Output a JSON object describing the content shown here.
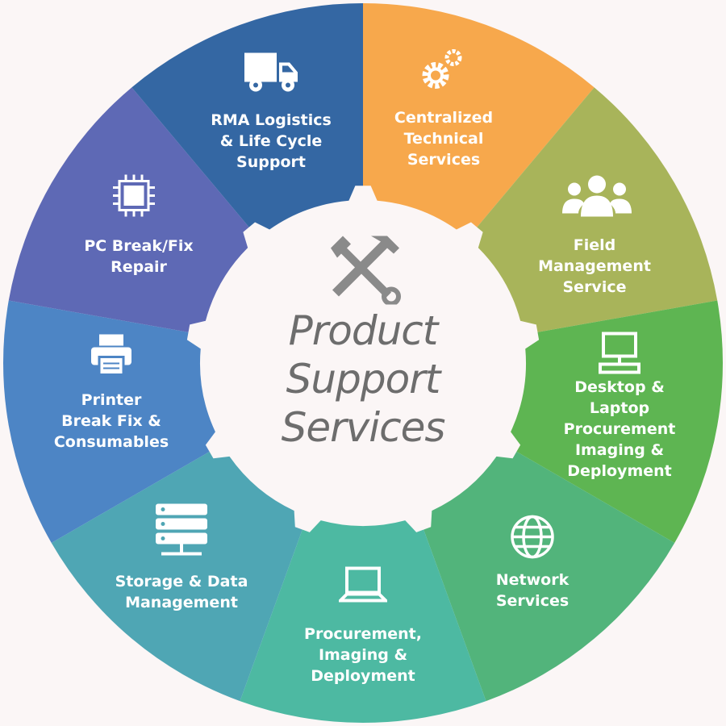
{
  "center": {
    "title": "Product\nSupport\nServices",
    "icon": "tools-icon"
  },
  "background": "#FBF6F6",
  "segments": [
    {
      "label": "Centralized\nTechnical\nServices",
      "icon": "gears-icon",
      "color": "#F7A84C"
    },
    {
      "label": "Field\nManagement\nService",
      "icon": "people-icon",
      "color": "#A8B45A"
    },
    {
      "label": "Desktop & Laptop\nProcurement\nImaging &\nDeployment",
      "icon": "desktop-icon",
      "color": "#5EB552"
    },
    {
      "label": "Network\nServices",
      "icon": "globe-icon",
      "color": "#52B47B"
    },
    {
      "label": "Procurement,\nImaging &\nDeployment",
      "icon": "laptop-icon",
      "color": "#4DB9A2"
    },
    {
      "label": "Storage & Data\nManagement",
      "icon": "server-icon",
      "color": "#4FA6B4"
    },
    {
      "label": "Printer\nBreak Fix &\nConsumables",
      "icon": "printer-icon",
      "color": "#4D85C5"
    },
    {
      "label": "PC Break/Fix\nRepair",
      "icon": "chip-icon",
      "color": "#5E69B5"
    },
    {
      "label": "RMA Logistics\n& Life Cycle\nSupport",
      "icon": "truck-icon",
      "color": "#3467A3"
    }
  ]
}
